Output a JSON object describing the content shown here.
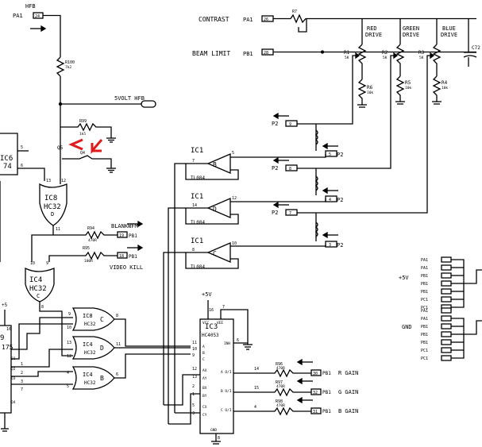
{
  "signals": {
    "hfb": "HFB",
    "pa1_top": "PA1",
    "pin24": "24",
    "contrast": "CONTRAST",
    "contrast_port": "PA1",
    "pin26": "26",
    "beam_limit": "BEAM LIMIT",
    "beam_port": "PB1",
    "pin28": "28",
    "svolt_hfb": "5VOLT HFB",
    "red_drive_1": "RED",
    "red_drive_2": "DRIVE",
    "green_drive_1": "GREEN",
    "green_drive_2": "DRIVE",
    "blue_drive_1": "BLUE",
    "blue_drive_2": "DRIVE",
    "blankwfm": "BLANKWFM",
    "video_kill": "VIDEO KILL",
    "pb1_a": "PB1",
    "pb1_b": "PB1",
    "pin19": "19",
    "pin18": "18",
    "r_gain": "R GAIN",
    "g_gain": "G GAIN",
    "b_gain": "B GAIN",
    "pb1_r": "PB1",
    "pb1_g": "PB1",
    "pb1_b_gain": "PB1",
    "pin31": "31",
    "pin32": "32",
    "pin30": "30",
    "p2_1": "P2",
    "p2_2": "P2",
    "p2_3": "P2",
    "pin9": "9",
    "pin8": "8",
    "pin7": "7",
    "p2_r1": "P2",
    "p2_r2": "P2",
    "p2_r3": "P2",
    "pin3": "3",
    "pin4": "4",
    "pin5": "5",
    "plus5v": "+5V",
    "gnd": "GND",
    "plus5v_ic3": "+5V",
    "plus5v_left": "+5"
  },
  "components": {
    "r7": "R7",
    "r100": "R100",
    "r100_val": "7k2",
    "r99": "R99",
    "r99_val": "1k5",
    "r1": "R1",
    "r2": "R2",
    "r3": "R3",
    "r1_val": "5K",
    "r2_val": "5K",
    "r3_val": "5K",
    "r6": "R6",
    "r5": "R5",
    "r4": "R4",
    "r6_val": "10k",
    "r5_val": "10k",
    "r4_val": "10k",
    "r94": "R94",
    "r94_val": "470R",
    "r95": "R95",
    "r95_val": "100R",
    "r96": "R96",
    "r96_val": "470R",
    "r97": "R97",
    "r97_val": "470R",
    "r98": "R98",
    "r98_val": "470R",
    "c72": "C72",
    "ic1_b": "IC1",
    "ic1_b_unit": "B",
    "ic1_b_type": "TL084",
    "ic1_d": "IC1",
    "ic1_d_unit": "D",
    "ic1_d_type": "TL084",
    "ic1_c": "IC1",
    "ic1_c_unit": "C",
    "ic1_c_type": "TL084",
    "ic8_top": "IC8",
    "ic8_top_type": "HC32",
    "ic8_top_unit": "D",
    "ic4_left": "IC4",
    "ic4_left_type": "HC32",
    "ic4_left_unit": "C",
    "ic8_c": "IC8",
    "ic8_c_type": "HC32",
    "ic8_c_unit": "C",
    "ic4_d": "IC4",
    "ic4_d_type": "HC32",
    "ic4_d_unit": "D",
    "ic4_b": "IC4",
    "ic4_b_type": "HC32",
    "ic4_b_unit": "B",
    "ic3": "IC3",
    "ic3_type": "HC4053",
    "ic6": "IC6",
    "ic6_type": "74",
    "ic9_type": "175",
    "ic9": "9",
    "q4": "Q4",
    "q5": "Q5"
  },
  "pins": {
    "p12": "12",
    "p13": "13",
    "p11": "11",
    "p10": "10",
    "p9": "9",
    "p8": "8",
    "p5_b": "5",
    "p7_b": "7",
    "p12_d": "12",
    "p14_d": "14",
    "p10_c": "10",
    "p8_c": "8",
    "ic3_vcc": "VCC",
    "ic3_vee": "VEE",
    "ic3_inh": "INH",
    "ic3_gnd": "GND",
    "ic3_16": "16",
    "ic3_7": "7",
    "ic3_6": "6",
    "ic3_8": "8",
    "ic3_11": "11",
    "ic3_10": "10",
    "ic3_9": "9",
    "ic3_a": "A",
    "ic3_b": "B",
    "ic3_c": "C",
    "ic3_ax": "AX",
    "ic3_ay": "AY",
    "ic3_bx": "BX",
    "ic3_by": "BY",
    "ic3_cx": "CX",
    "ic3_cy": "CY",
    "ic3_12": "12",
    "ic3_13": "13",
    "ic3_2": "2",
    "ic3_1": "1",
    "ic3_5": "5",
    "ic3_3": "3",
    "ic3_aout": "A O/I",
    "ic3_bout": "B O/I",
    "ic3_cout": "C O/I",
    "ic3_14": "14",
    "ic3_15": "15",
    "ic3_4": "4",
    "g1_1": "1",
    "g1_2": "2",
    "g1_3": "3",
    "g2_13": "13",
    "g2_12": "12",
    "g2_11": "11",
    "g3_4": "4",
    "g3_5": "5",
    "g3_6": "6",
    "g4_9": "9",
    "g4_10": "10",
    "g4_8": "8",
    "ic6_5": "5",
    "ic6_6": "6",
    "q1": "Q1",
    "q2": "Q2",
    "q3": "Q3",
    "q4b": "Q4",
    "left_16": "16",
    "left_1": "1",
    "left_2": "2",
    "left_3": "3",
    "left_7": "7",
    "c_pa1a": "PA1",
    "c_pa1b": "PA1",
    "c_pb1a": "PB1",
    "c_pb1b": "PB1",
    "c_pb1c": "PB1",
    "c_pc1a": "PC1",
    "c_pc1b": "PC1",
    "c2_pa1a": "PA1",
    "c2_pa1b": "PA1",
    "c2_pb1a": "PB1",
    "c2_pb1b": "PB1",
    "c2_pb1c": "PB1",
    "c2_pc1a": "PC1",
    "c2_pc1b": "PC1"
  },
  "colors": {
    "ink": "#000000",
    "highlight_arrow": "#e01a1a",
    "paper": "#ffffff"
  }
}
